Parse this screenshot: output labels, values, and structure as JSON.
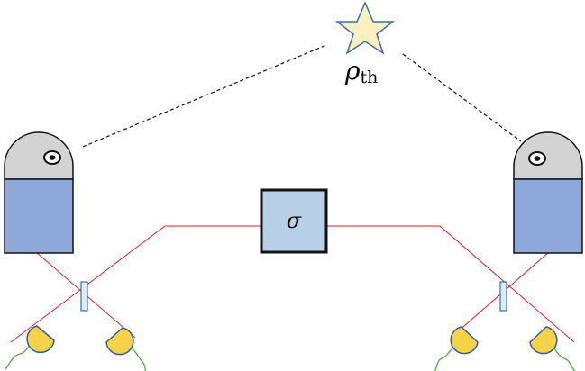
{
  "source": {
    "symbol": "ρ",
    "subscript": "th",
    "fill_color": "#fdf0c0",
    "outline_color": "#3a6ea5"
  },
  "state_box": {
    "label": "σ",
    "fill_color": "#b8cfe8",
    "border_color": "#111111"
  },
  "telescopes": {
    "dome_color": "#d3d3d3",
    "body_color": "#8fa8db",
    "outline_color": "#111111"
  },
  "detectors": {
    "fill_color": "#f5d24a",
    "outline_color": "#2f5fa0",
    "cable_color": "#4caf3a"
  },
  "beams": {
    "color": "#e31b23"
  },
  "beamsplitters": {
    "fill_color": "#d9ecf7",
    "outline_color": "#3a6ea5"
  },
  "starlight_paths": {
    "color": "#111111",
    "style": "dashed"
  }
}
